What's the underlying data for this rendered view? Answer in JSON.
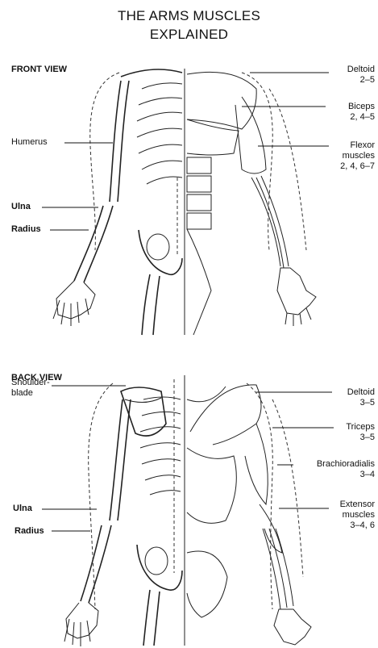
{
  "title": {
    "line1": "THE ARMS MUSCLES",
    "line2": "EXPLAINED"
  },
  "front_view": {
    "heading": "FRONT VIEW",
    "left_labels": {
      "humerus": "Humerus",
      "ulna": "Ulna",
      "radius": "Radius"
    },
    "right_labels": {
      "deltoid": {
        "name": "Deltoid",
        "ref": "2–5"
      },
      "biceps": {
        "name": "Biceps",
        "ref": "2, 4–5"
      },
      "flexor": {
        "name_line1": "Flexor",
        "name_line2": "muscles",
        "ref": "2, 4, 6–7"
      }
    }
  },
  "back_view": {
    "heading": "BACK VIEW",
    "left_labels": {
      "shoulder_line1": "Shoulder-",
      "shoulder_line2": "blade",
      "ulna": "Ulna",
      "radius": "Radius"
    },
    "right_labels": {
      "deltoid": {
        "name": "Deltoid",
        "ref": "3–5"
      },
      "triceps": {
        "name": "Triceps",
        "ref": "3–5"
      },
      "brachioradialis": {
        "name": "Brachioradialis",
        "ref": "3–4"
      },
      "extensor": {
        "name_line1": "Extensor",
        "name_line2": "muscles",
        "ref": "3–4, 6"
      }
    }
  }
}
